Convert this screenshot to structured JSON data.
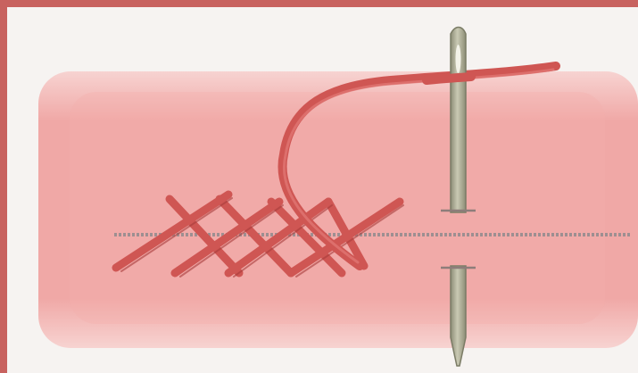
{
  "colors": {
    "frame": "#c8625f",
    "background": "#f6f3f1",
    "fabric": "#f1a7a6",
    "fabric_edge": "#f6d2d0",
    "thread": "#d05552",
    "thread_dark": "#a83c3b",
    "needle": "#a7a890",
    "needle_eye": "#f3f2e8",
    "fold_line": "#9e8f91",
    "tick": "#8d7d7a"
  },
  "illustration": {
    "subject": "herringbone-hem-stitch",
    "icons": [
      "needle-icon",
      "thread-icon",
      "fabric-strip",
      "fold-line",
      "stitch-cross"
    ]
  }
}
